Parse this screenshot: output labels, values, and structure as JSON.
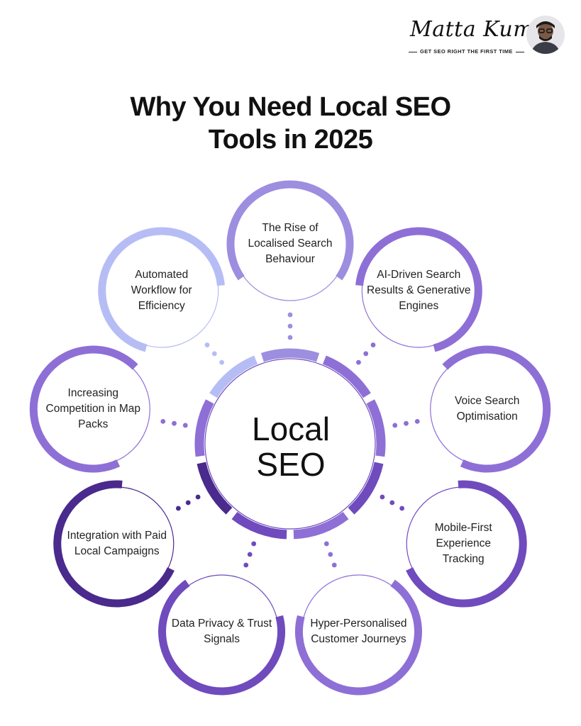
{
  "brand": {
    "name": "Matta Kumar",
    "tagline": "GET SEO RIGHT THE FIRST TIME"
  },
  "title": {
    "line1": "Why You Need Local SEO",
    "line2": "Tools in 2025"
  },
  "center": {
    "line1": "Local",
    "line2": "SEO"
  },
  "colors": {
    "light": "#b6bdf5",
    "mid": "#9d8ee0",
    "purple": "#8e6fd6",
    "deep": "#6f4bbd",
    "darkest": "#4a2a8c"
  },
  "nodes": [
    {
      "id": "localised-search",
      "lines": [
        "The Rise of",
        "Localised Search",
        "Behaviour"
      ],
      "color": "#9d8ee0"
    },
    {
      "id": "ai-driven",
      "lines": [
        "AI-Driven Search",
        "Results & Generative",
        "Engines"
      ],
      "color": "#8e6fd6"
    },
    {
      "id": "voice-search",
      "lines": [
        "Voice Search",
        "Optimisation"
      ],
      "color": "#8e6fd6"
    },
    {
      "id": "mobile-first",
      "lines": [
        "Mobile-First",
        "Experience",
        "Tracking"
      ],
      "color": "#6f4bbd"
    },
    {
      "id": "hyper-personalised",
      "lines": [
        "Hyper-Personalised",
        "Customer Journeys"
      ],
      "color": "#8e6fd6"
    },
    {
      "id": "data-privacy",
      "lines": [
        "Data Privacy & Trust",
        "Signals"
      ],
      "color": "#6f4bbd"
    },
    {
      "id": "paid-local",
      "lines": [
        "Integration with Paid",
        "Local Campaigns"
      ],
      "color": "#4a2a8c"
    },
    {
      "id": "map-packs",
      "lines": [
        "Increasing",
        "Competition in Map",
        "Packs"
      ],
      "color": "#8e6fd6"
    },
    {
      "id": "automated-workflow",
      "lines": [
        "Automated",
        "Workflow for",
        "Efficiency"
      ],
      "color": "#b6bdf5"
    }
  ]
}
